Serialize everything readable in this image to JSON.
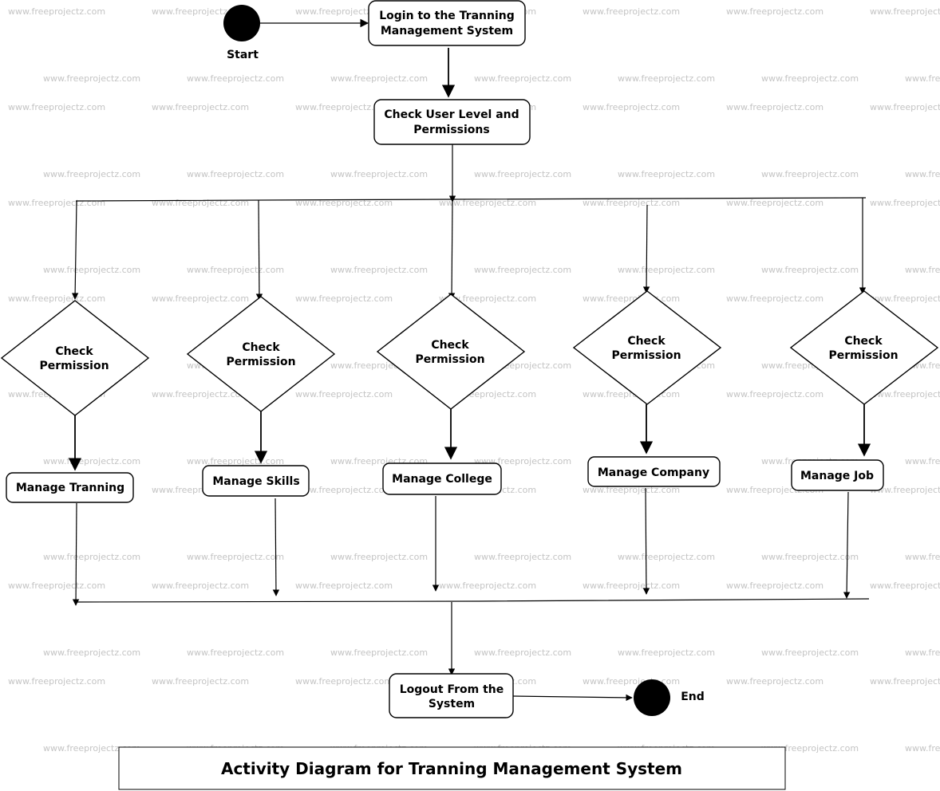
{
  "watermark": "www.freeprojectz.com",
  "start": {
    "label": "Start"
  },
  "end": {
    "label": "End"
  },
  "login": {
    "lines": [
      "Login to the Tranning",
      "Management System"
    ]
  },
  "check_user": {
    "lines": [
      "Check User Level and",
      "Permissions"
    ]
  },
  "decisions": [
    {
      "lines": [
        "Check",
        "Permission"
      ]
    },
    {
      "lines": [
        "Check",
        "Permission"
      ]
    },
    {
      "lines": [
        "Check",
        "Permission"
      ]
    },
    {
      "lines": [
        "Check",
        "Permission"
      ]
    },
    {
      "lines": [
        "Check",
        "Permission"
      ]
    }
  ],
  "activities": [
    {
      "label": "Manage Tranning"
    },
    {
      "label": "Manage Skills"
    },
    {
      "label": "Manage College"
    },
    {
      "label": "Manage Company"
    },
    {
      "label": "Manage Job"
    }
  ],
  "logout": {
    "lines": [
      "Logout From the",
      "System"
    ]
  },
  "title": "Activity Diagram for Tranning Management System"
}
